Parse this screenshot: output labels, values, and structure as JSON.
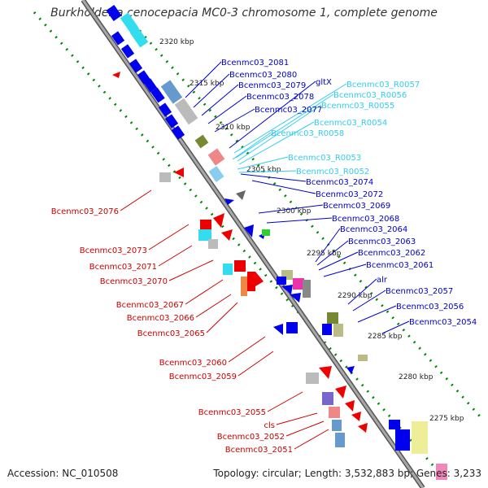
{
  "title": "Burkholderia cenocepacia MC0-3 chromosome 1, complete genome",
  "footer": {
    "accession": "Accession: NC_010508",
    "stats": "Topology: circular; Length: 3,532,883 bp; Genes: 3,233"
  },
  "ticks": [
    {
      "label": "2320 kbp",
      "pos": 2320
    },
    {
      "label": "2315 kbp",
      "pos": 2315
    },
    {
      "label": "2310 kbp",
      "pos": 2310
    },
    {
      "label": "2305 kbp",
      "pos": 2305
    },
    {
      "label": "2300 kbp",
      "pos": 2300
    },
    {
      "label": "2295 kbp",
      "pos": 2295
    },
    {
      "label": "2290 kbp",
      "pos": 2290
    },
    {
      "label": "2285 kbp",
      "pos": 2285
    },
    {
      "label": "2280 kbp",
      "pos": 2280
    },
    {
      "label": "2275 kbp",
      "pos": 2275
    }
  ],
  "colors": {
    "forward_label": "#0000cc",
    "reverse_label": "#cc0000",
    "rna_label": "#33ccee",
    "backbone": "#999999",
    "gene_blue": "#0000ee",
    "gene_red": "#ee0000",
    "dots": "#008800"
  },
  "labels_right": [
    {
      "text": "Bcenmc03_2081",
      "strand": "forward"
    },
    {
      "text": "Bcenmc03_2080",
      "strand": "forward"
    },
    {
      "text": "Bcenmc03_2079",
      "strand": "forward"
    },
    {
      "text": "gltX",
      "strand": "forward"
    },
    {
      "text": "Bcenmc03_R0057",
      "strand": "rna"
    },
    {
      "text": "Bcenmc03_2078",
      "strand": "forward"
    },
    {
      "text": "Bcenmc03_R0056",
      "strand": "rna"
    },
    {
      "text": "Bcenmc03_R0055",
      "strand": "rna"
    },
    {
      "text": "Bcenmc03_2077",
      "strand": "forward"
    },
    {
      "text": "Bcenmc03_R0054",
      "strand": "rna"
    },
    {
      "text": "Bcenmc03_R0058",
      "strand": "rna"
    },
    {
      "text": "Bcenmc03_R0053",
      "strand": "rna"
    },
    {
      "text": "Bcenmc03_R0052",
      "strand": "rna"
    },
    {
      "text": "Bcenmc03_2074",
      "strand": "forward"
    },
    {
      "text": "Bcenmc03_2072",
      "strand": "forward"
    },
    {
      "text": "Bcenmc03_2069",
      "strand": "forward"
    },
    {
      "text": "Bcenmc03_2068",
      "strand": "forward"
    },
    {
      "text": "Bcenmc03_2064",
      "strand": "forward"
    },
    {
      "text": "Bcenmc03_2063",
      "strand": "forward"
    },
    {
      "text": "Bcenmc03_2062",
      "strand": "forward"
    },
    {
      "text": "Bcenmc03_2061",
      "strand": "forward"
    },
    {
      "text": "alr",
      "strand": "forward"
    },
    {
      "text": "Bcenmc03_2057",
      "strand": "forward"
    },
    {
      "text": "Bcenmc03_2056",
      "strand": "forward"
    },
    {
      "text": "Bcenmc03_2054",
      "strand": "forward"
    }
  ],
  "labels_left": [
    {
      "text": "Bcenmc03_2076",
      "strand": "reverse"
    },
    {
      "text": "Bcenmc03_2073",
      "strand": "reverse"
    },
    {
      "text": "Bcenmc03_2071",
      "strand": "reverse"
    },
    {
      "text": "Bcenmc03_2070",
      "strand": "reverse"
    },
    {
      "text": "Bcenmc03_2067",
      "strand": "reverse"
    },
    {
      "text": "Bcenmc03_2066",
      "strand": "reverse"
    },
    {
      "text": "Bcenmc03_2065",
      "strand": "reverse"
    },
    {
      "text": "Bcenmc03_2060",
      "strand": "reverse"
    },
    {
      "text": "Bcenmc03_2059",
      "strand": "reverse"
    },
    {
      "text": "Bcenmc03_2055",
      "strand": "reverse"
    },
    {
      "text": "cls",
      "strand": "reverse"
    },
    {
      "text": "Bcenmc03_2052",
      "strand": "reverse"
    },
    {
      "text": "Bcenmc03_2051",
      "strand": "reverse"
    }
  ]
}
